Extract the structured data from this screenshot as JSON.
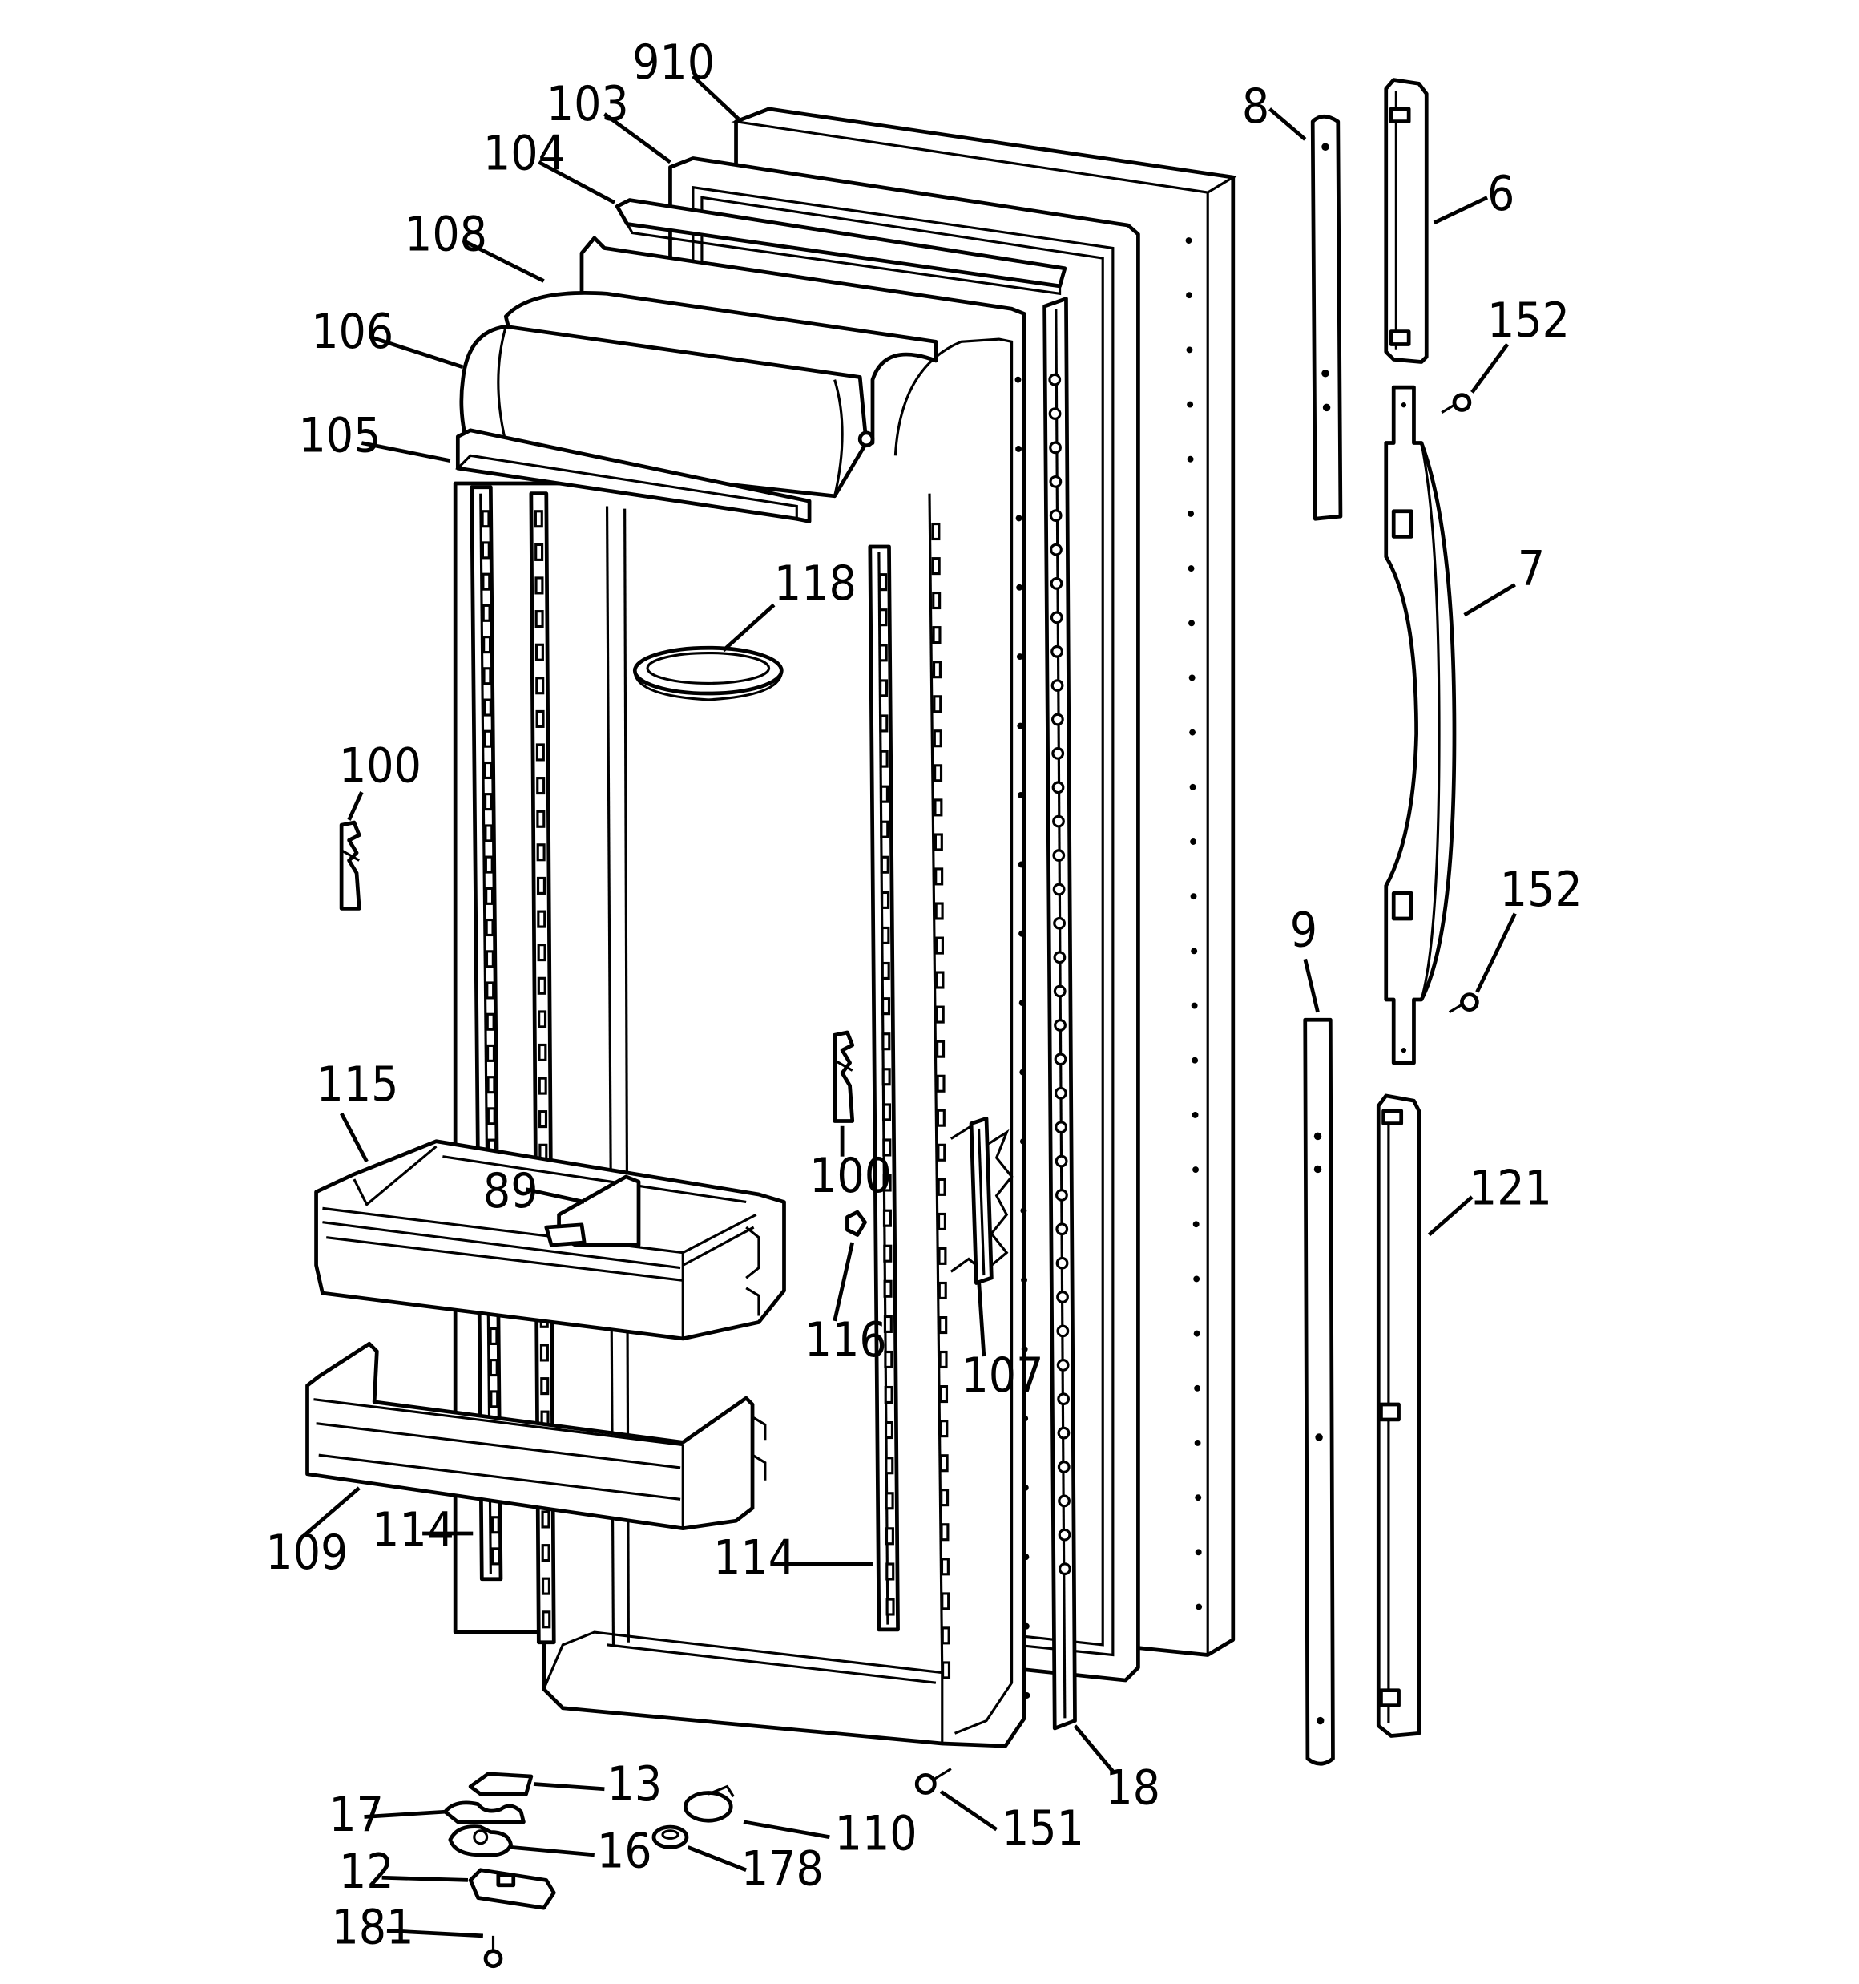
{
  "callouts": [
    {
      "id": "910",
      "label": "910"
    },
    {
      "id": "103",
      "label": "103"
    },
    {
      "id": "104",
      "label": "104"
    },
    {
      "id": "108",
      "label": "108"
    },
    {
      "id": "106",
      "label": "106"
    },
    {
      "id": "105",
      "label": "105"
    },
    {
      "id": "118",
      "label": "118"
    },
    {
      "id": "100a",
      "label": "100"
    },
    {
      "id": "100b",
      "label": "100"
    },
    {
      "id": "115",
      "label": "115"
    },
    {
      "id": "89",
      "label": "89"
    },
    {
      "id": "116",
      "label": "116"
    },
    {
      "id": "107",
      "label": "107"
    },
    {
      "id": "109",
      "label": "109"
    },
    {
      "id": "114a",
      "label": "114"
    },
    {
      "id": "114b",
      "label": "114"
    },
    {
      "id": "8",
      "label": "8"
    },
    {
      "id": "6",
      "label": "6"
    },
    {
      "id": "152a",
      "label": "152"
    },
    {
      "id": "7",
      "label": "7"
    },
    {
      "id": "152b",
      "label": "152"
    },
    {
      "id": "9",
      "label": "9"
    },
    {
      "id": "121",
      "label": "121"
    },
    {
      "id": "18",
      "label": "18"
    },
    {
      "id": "151",
      "label": "151"
    },
    {
      "id": "13",
      "label": "13"
    },
    {
      "id": "17",
      "label": "17"
    },
    {
      "id": "16",
      "label": "16"
    },
    {
      "id": "12",
      "label": "12"
    },
    {
      "id": "181",
      "label": "181"
    },
    {
      "id": "110",
      "label": "110"
    },
    {
      "id": "178",
      "label": "178"
    }
  ]
}
